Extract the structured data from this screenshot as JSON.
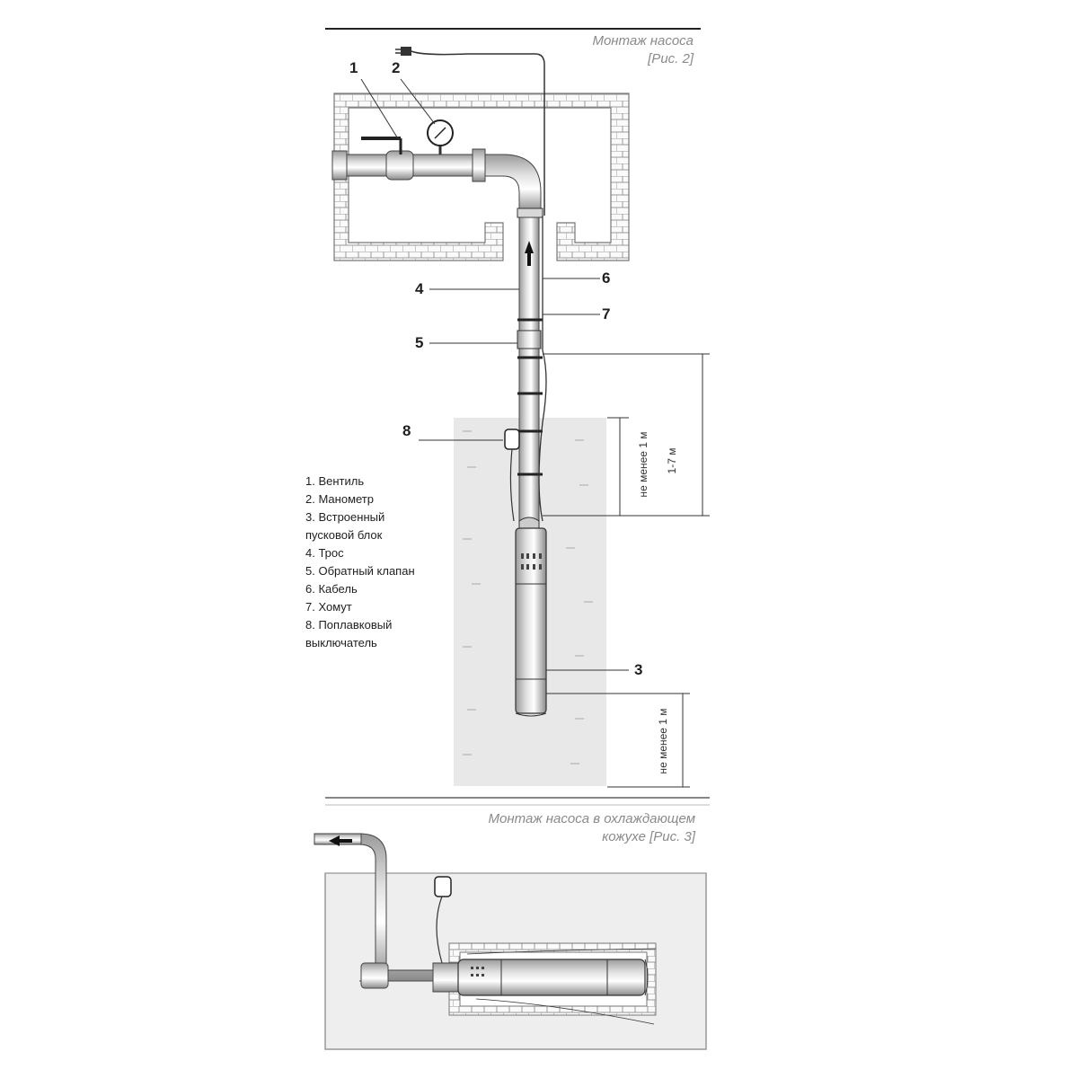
{
  "fig2": {
    "title": "Монтаж насоса",
    "caption": "[Рис. 2]"
  },
  "fig3": {
    "title": "Монтаж насоса в охлаждающем",
    "caption": "кожухе [Рис. 3]"
  },
  "callouts": [
    "1",
    "2",
    "3",
    "4",
    "5",
    "6",
    "7",
    "8"
  ],
  "legend": [
    "1. Вентиль",
    "2. Манометр",
    "3. Встроенный\nпусковой блок",
    "4. Трос",
    "5. Обратный клапан",
    "6. Кабель",
    "7. Хомут",
    "8. Поплавковый\nвыключатель"
  ],
  "dimensions": {
    "min_depth_top": "не менее 1 м",
    "range": "1-7 м",
    "min_depth_bottom": "не менее 1 м"
  },
  "colors": {
    "water": "#e8e8e8",
    "line": "#2a2a2a",
    "title": "#8a8a8a"
  }
}
